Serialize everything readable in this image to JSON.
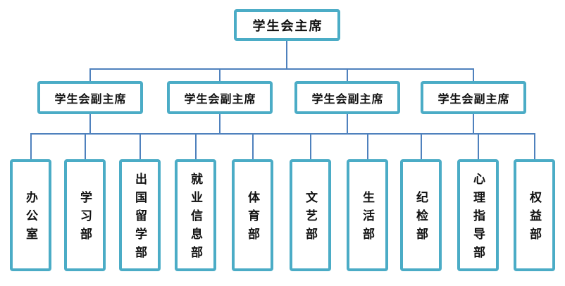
{
  "org": {
    "president": {
      "label": "学生会主席"
    },
    "vice_presidents": [
      {
        "label": "学生会副主席"
      },
      {
        "label": "学生会副主席"
      },
      {
        "label": "学生会副主席"
      },
      {
        "label": "学生会副主席"
      }
    ],
    "departments": [
      {
        "label": "办公室"
      },
      {
        "label": "学习部"
      },
      {
        "label": "出国留学部"
      },
      {
        "label": "就业信息部"
      },
      {
        "label": "体育部"
      },
      {
        "label": "文艺部"
      },
      {
        "label": "生活部"
      },
      {
        "label": "纪检部"
      },
      {
        "label": "心理指导部"
      },
      {
        "label": "权益部"
      }
    ]
  },
  "colors": {
    "box_border": "#4BACC6",
    "box_fill": "#FFFFFF",
    "connector": "#4F81BD",
    "text": "#111111",
    "background": "#FFFFFF"
  }
}
